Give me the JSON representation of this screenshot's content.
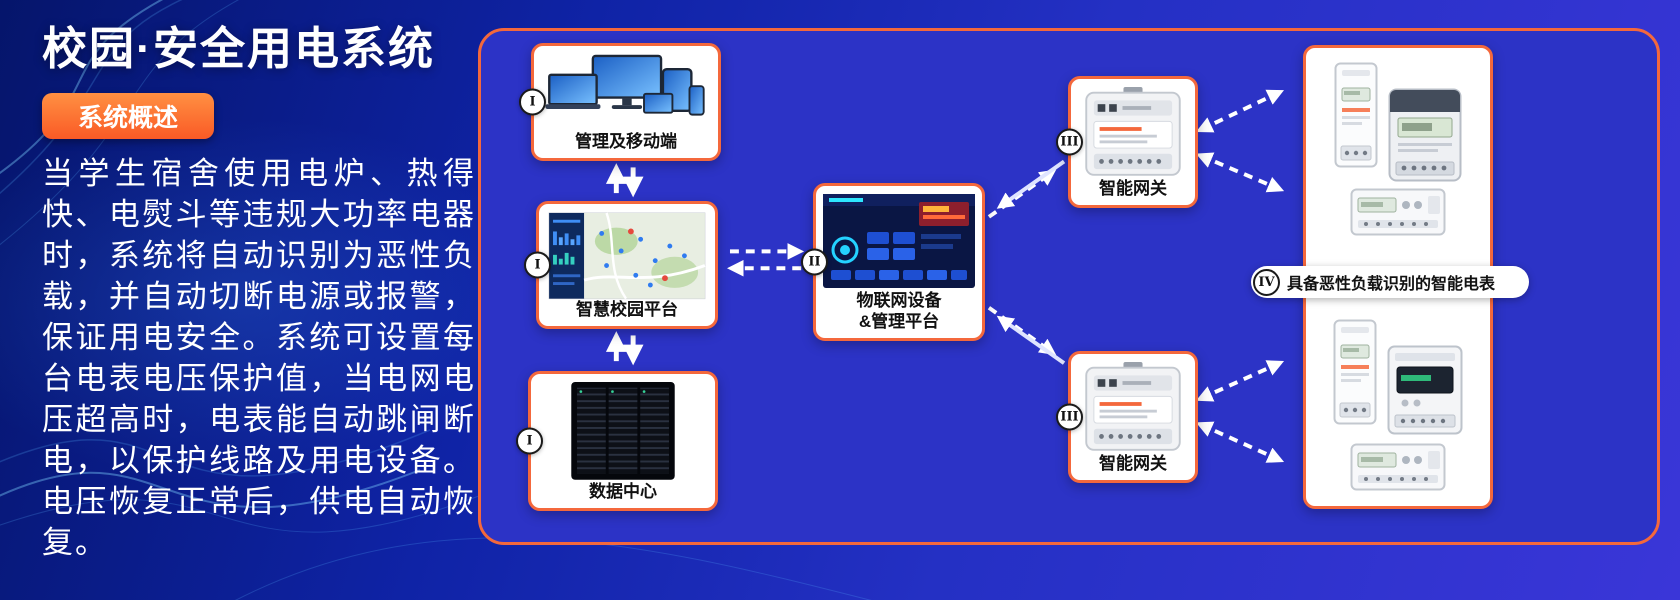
{
  "header": {
    "title": "校园·安全用电系统",
    "badge": "系统概述",
    "description": "当学生宿舍使用电炉、热得快、电熨斗等违规大功率电器时，系统将自动识别为恶性负载，并自动切断电源或报警，保证用电安全。系统可设置每台电表电压保护值，当电网电压超高时，电表能自动跳闸断电，以保护线路及用电设备。电压恢复正常后，供电自动恢复。"
  },
  "diagram": {
    "nodes": {
      "mobile": {
        "numeral": "I",
        "label": "管理及移动端"
      },
      "campus": {
        "numeral": "I",
        "label": "智慧校园平台"
      },
      "datacenter": {
        "numeral": "I",
        "label": "数据中心"
      },
      "iot": {
        "numeral": "II",
        "label_line1": "物联网设备",
        "label_line2": "&管理平台"
      },
      "gateway_top": {
        "numeral": "III",
        "label": "智能网关"
      },
      "gateway_bottom": {
        "numeral": "III",
        "label": "智能网关"
      },
      "meters": {
        "numeral": "IV",
        "label": "具备恶性负载识别的智能电表"
      }
    }
  },
  "colors": {
    "accent_orange": "#f4683c",
    "badge_gradient_start": "#ff9042",
    "badge_gradient_end": "#fa5a26",
    "panel_blue": "#2c33c6",
    "background_dark": "#05156b",
    "background_light": "#3a36d8",
    "text_white": "#ffffff"
  }
}
